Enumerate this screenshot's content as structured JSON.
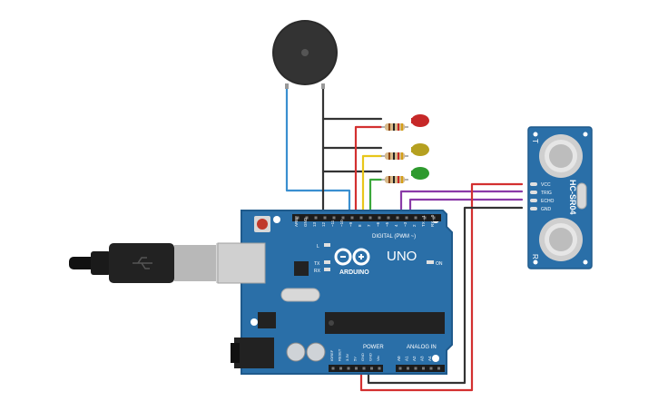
{
  "arduino": {
    "brand": "ARDUINO",
    "model": "UNO",
    "digital_label": "DIGITAL (PWM ~)",
    "power_label": "POWER",
    "analog_label": "ANALOG IN",
    "on_label": "ON",
    "led_l": "L",
    "led_tx": "TX",
    "led_rx": "RX",
    "digital_pins": [
      "AREF",
      "GND",
      "13",
      "12",
      "~11",
      "~10",
      "~9",
      "8",
      "7",
      "~6",
      "~5",
      "4",
      "~3",
      "2",
      "TX→1",
      "RX←0"
    ],
    "power_pins": [
      "IOREF",
      "RESET",
      "3.3V",
      "5V",
      "GND",
      "GND",
      "Vin"
    ],
    "analog_pins": [
      "A0",
      "A1",
      "A2",
      "A3",
      "A4",
      "A5"
    ]
  },
  "sensor": {
    "name": "HC-SR04",
    "label_t": "T",
    "label_r": "R",
    "pins": [
      "VCC",
      "TRIG",
      "ECHO",
      "GND"
    ]
  },
  "colors": {
    "board": "#2a6fa8",
    "board_dark": "#1f5a8c",
    "wire_black": "#333333",
    "wire_red": "#d33030",
    "wire_yellow": "#e8c61a",
    "wire_green": "#3aa83a",
    "wire_purple": "#8a3aa8",
    "wire_blue": "#3a8fd0",
    "led_red": "#c62828",
    "led_yellow": "#b5a020",
    "led_green": "#2e9a2e"
  }
}
